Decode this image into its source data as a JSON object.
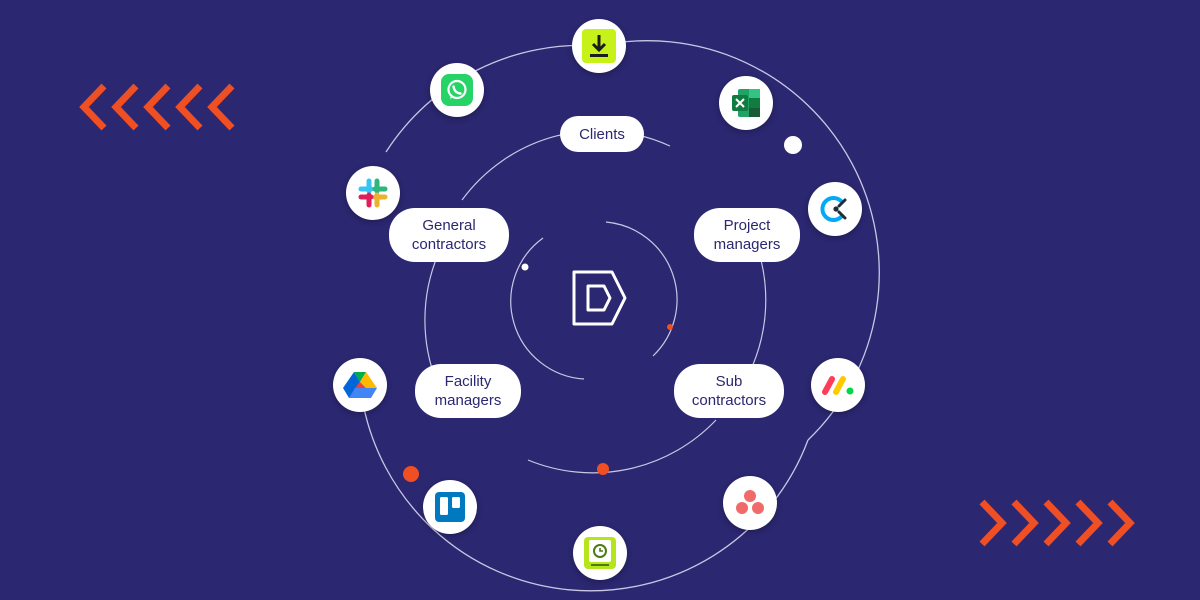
{
  "colors": {
    "background": "#2b2770",
    "accent": "#f04e23",
    "ring": "#c9c7e6",
    "pill": "#ffffff",
    "pill_text": "#2b2770"
  },
  "center_logo": {
    "icon": "brand-logo-icon"
  },
  "stakeholders": {
    "clients": {
      "lines": [
        "Clients"
      ]
    },
    "general_contractors": {
      "lines": [
        "General",
        "contractors"
      ]
    },
    "project_managers": {
      "lines": [
        "Project",
        "managers"
      ]
    },
    "facility_managers": {
      "lines": [
        "Facility",
        "managers"
      ]
    },
    "sub_contractors": {
      "lines": [
        "Sub",
        "contractors"
      ]
    }
  },
  "integrations": [
    "download-icon",
    "whatsapp-icon",
    "excel-icon",
    "clockify-icon",
    "slack-icon",
    "google-drive-icon",
    "monday-icon",
    "asana-icon",
    "trello-icon",
    "green-app-icon"
  ],
  "decorations": {
    "left_chevrons": "chevrons-left-icon",
    "right_chevrons": "chevrons-right-icon"
  }
}
